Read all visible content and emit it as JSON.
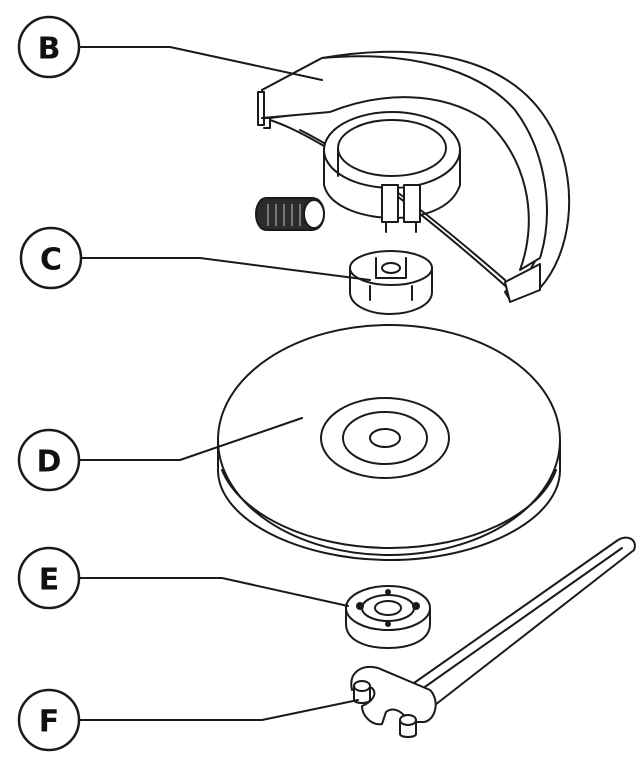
{
  "labels": {
    "b": "B",
    "c": "C",
    "d": "D",
    "e": "E",
    "f": "F"
  },
  "colors": {
    "line": "#1a1a1a",
    "background": "#ffffff",
    "bolt": "#2b2b2b"
  }
}
